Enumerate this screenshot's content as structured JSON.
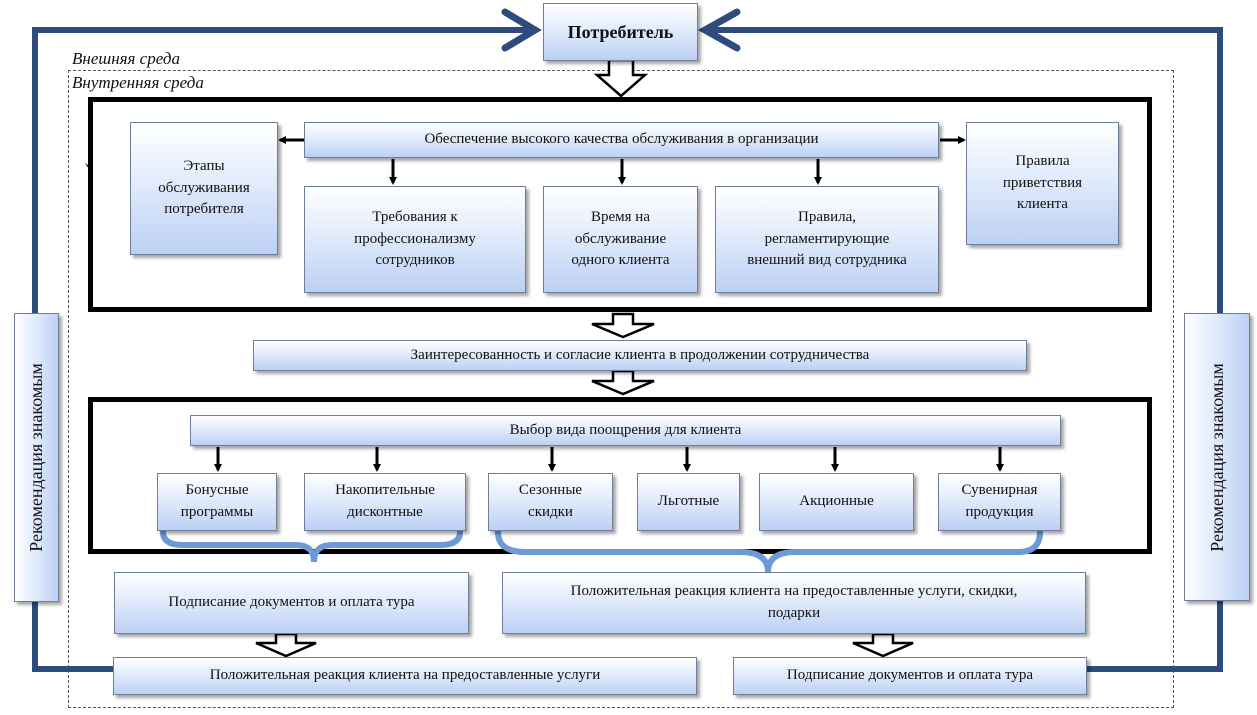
{
  "consumer": "Потребитель",
  "zones": {
    "external": "Внешняя среда",
    "internal": "Внутренняя среда"
  },
  "side_label": "Рекомендация знакомым",
  "quality_block": {
    "header": "Обеспечение высокого качества обслуживания в организации",
    "left": [
      "Этапы",
      "обслуживания",
      "потребителя"
    ],
    "right": [
      "Правила",
      "приветствия",
      "клиента"
    ],
    "items": [
      [
        "Требования к",
        "профессионализму",
        "сотрудников"
      ],
      [
        "Время на",
        "обслуживание",
        "одного клиента"
      ],
      [
        "Правила,",
        "регламентирующие",
        "внешний вид сотрудника"
      ]
    ]
  },
  "interest": "Заинтересованность и согласие клиента в продолжении сотрудничества",
  "incentive_block": {
    "header": "Выбор вида поощрения для клиента",
    "items": [
      [
        "Бонусные",
        "программы"
      ],
      [
        "Накопительные",
        "дисконтные"
      ],
      [
        "Сезонные",
        "скидки"
      ],
      [
        "Льготные"
      ],
      [
        "Акционные"
      ],
      [
        "Сувенирная",
        "продукция"
      ]
    ]
  },
  "outcomes": {
    "left_top": "Подписание документов и оплата тура",
    "right_top": [
      "Положительная реакция клиента на предоставленные услуги, скидки,",
      "подарки"
    ],
    "left_bottom": "Положительная реакция клиента на предоставленные услуги",
    "right_bottom": "Подписание документов и оплата тура"
  },
  "colors": {
    "loop_line": "#2d4b7c",
    "brace": "#6d9ad6",
    "box_top": "#ffffff",
    "box_bottom": "#bcd0f4"
  }
}
